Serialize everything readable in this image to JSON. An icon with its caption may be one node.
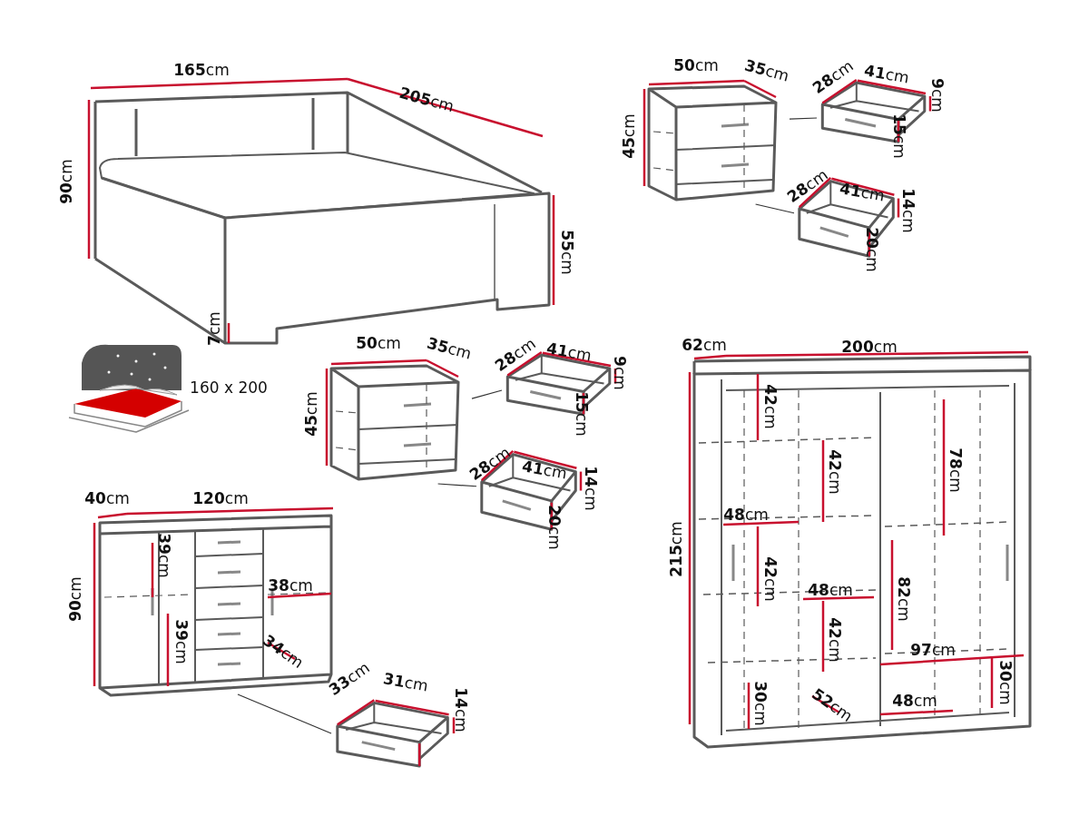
{
  "diagram": {
    "nodes": [
      {
        "text": [],
        "shape": "picture"
      },
      {
        "text": [],
        "shape": "picture"
      },
      {
        "text": [],
        "shape": "picture"
      },
      {
        "text": [],
        "shape": "picture"
      },
      {
        "text": [],
        "shape": "picture"
      },
      {
        "text": [],
        "shape": "picture"
      },
      {
        "text": [],
        "shape": "picture"
      },
      {
        "text": [],
        "shape": "picture"
      }
    ],
    "edges": [
      {
        "from": 0,
        "to": 1,
        "arrow": "none"
      },
      {
        "from": 0,
        "to": 2,
        "arrow": "none"
      },
      {
        "from": 3,
        "to": 4,
        "arrow": "none"
      },
      {
        "from": 3,
        "to": 5,
        "arrow": "none"
      },
      {
        "from": 6,
        "to": 7,
        "arrow": "none"
      }
    ],
    "labels": [
      "**165**cm",
      "**205**cm",
      "**90**cm",
      "**55**cm",
      "**7**cm",
      "160 x 200",
      "**50**cm",
      "**35**cm",
      "**45**cm",
      "**28**cm",
      "**41**cm",
      "**9**cm",
      "**15**cm",
      "**28**cm",
      "**41**cm",
      "**14**cm",
      "**20**cm",
      "**50**cm",
      "**35**cm",
      "**45**cm",
      "**28**cm",
      "**41**cm",
      "**9**cm",
      "**15**cm",
      "**28**cm",
      "**41**cm",
      "**14**cm",
      "**20**cm",
      "**40**cm",
      "**120**cm",
      "**90**cm",
      "**39**cm",
      "**38**cm",
      "**39**cm",
      "**34**cm",
      "**33**cm",
      "**31**cm",
      "**14**cm",
      "**62**cm",
      "**200**cm",
      "**215**cm",
      "**42**cm",
      "**42**cm",
      "**78**cm",
      "**48**cm",
      "**42**cm",
      "**82**cm",
      "**48**cm",
      "**42**cm",
      "**97**cm",
      "**30**cm",
      "**30**cm",
      "**52**cm",
      "**48**cm"
    ]
  }
}
